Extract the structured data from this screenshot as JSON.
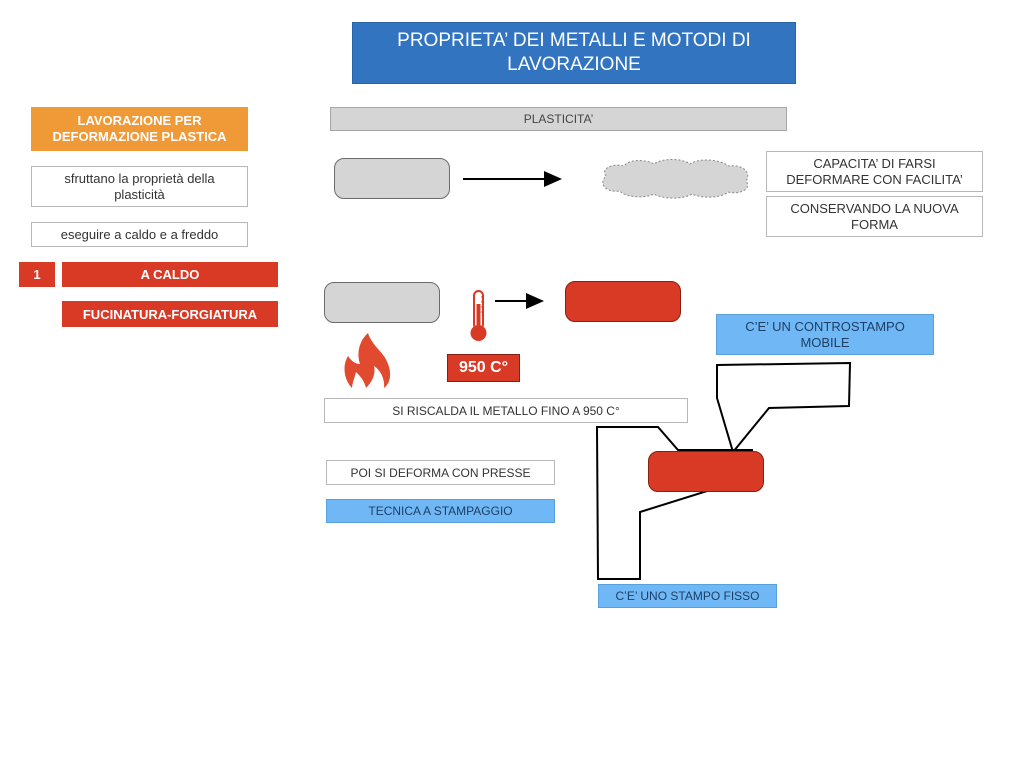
{
  "title": "PROPRIETA’ DEI METALLI E MOTODI DI LAVORAZIONE",
  "left_panel": {
    "heading": "LAVORAZIONE PER DEFORMAZIONE PLASTICA",
    "property_note": "sfruttano la proprietà della plasticità",
    "execution_note": "eseguire a caldo e a freddo",
    "step_number": "1",
    "step_label": "A CALDO",
    "process_label": "FUCINATURA-FORGIATURA"
  },
  "plasticity": {
    "bar_label": "PLASTICITA’",
    "definition_1": "CAPACITA’ DI FARSI DEFORMARE CON FACILITA’",
    "definition_2": "CONSERVANDO LA NUOVA FORMA"
  },
  "heating": {
    "temperature": "950 C°",
    "description": "SI RISCALDA IL METALLO FINO A 950 C°",
    "press_note": "POI SI DEFORMA CON PRESSE",
    "technique": "TECNICA A STAMPAGGIO"
  },
  "dies": {
    "mobile_label": "C’E’ UN CONTROSTAMPO MOBILE",
    "fixed_label": "C’E’ UNO STAMPO FISSO"
  },
  "icons": [
    "arrow-right-icon",
    "flame-icon",
    "thermometer-icon"
  ],
  "colors": {
    "title_blue": "#3274c0",
    "orange": "#f09a37",
    "red": "#d93a26",
    "light_blue": "#6fb8f5",
    "gray": "#d5d5d5"
  }
}
